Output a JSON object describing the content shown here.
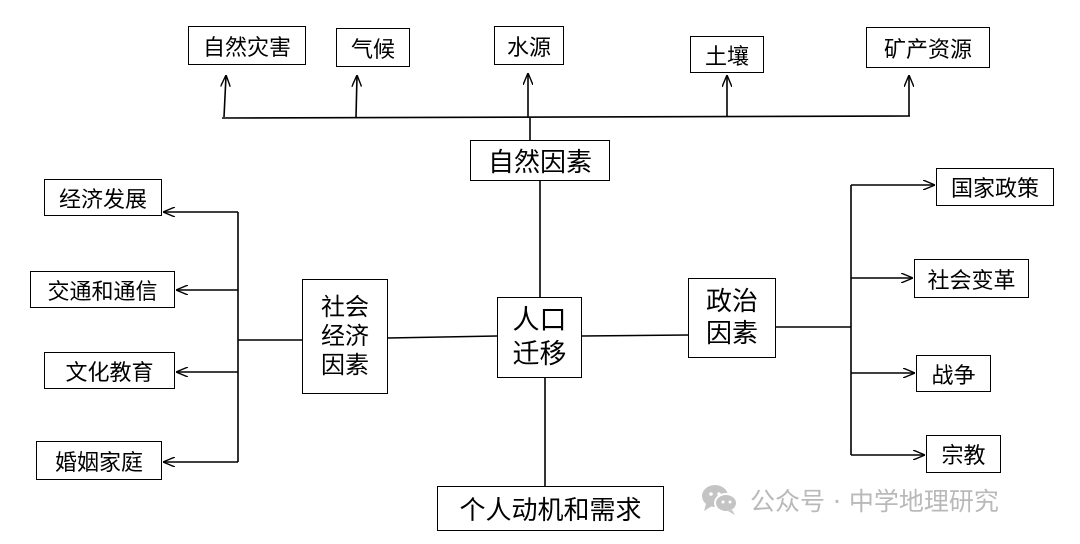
{
  "center": {
    "label": "人口\n迁移"
  },
  "natural": {
    "label": "自然因素",
    "items": [
      "自然灾害",
      "气候",
      "水源",
      "土壤",
      "矿产资源"
    ]
  },
  "socio_economic": {
    "label": "社会\n经济\n因素",
    "items": [
      "经济发展",
      "交通和通信",
      "文化教育",
      "婚姻家庭"
    ]
  },
  "political": {
    "label": "政治\n因素",
    "items": [
      "国家政策",
      "社会变革",
      "战争",
      "宗教"
    ]
  },
  "personal": {
    "label": "个人动机和需求"
  },
  "watermark": {
    "text": "公众号 · 中学地理研究",
    "icon": "wechat-icon"
  }
}
